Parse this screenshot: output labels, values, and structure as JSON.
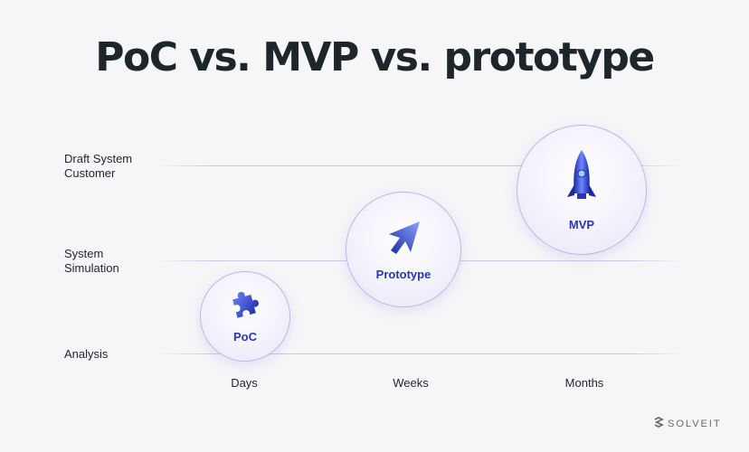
{
  "title": "PoC vs. MVP vs. prototype",
  "y_axis": {
    "levels": [
      {
        "label_line1": "Draft System",
        "label_line2": "Customer"
      },
      {
        "label_line1": "System",
        "label_line2": "Simulation"
      },
      {
        "label_line1": "Analysis",
        "label_line2": ""
      }
    ]
  },
  "x_axis": {
    "labels": [
      "Days",
      "Weeks",
      "Months"
    ]
  },
  "stages": [
    {
      "label": "PoC",
      "icon": "puzzle-piece-icon"
    },
    {
      "label": "Prototype",
      "icon": "cursor-arrow-icon"
    },
    {
      "label": "MVP",
      "icon": "rocket-icon"
    }
  ],
  "brand": {
    "name": "SOLVEIT",
    "icon": "solveit-logo-icon"
  },
  "colors": {
    "title": "#1d262b",
    "accent": "#2a35b8",
    "gridline": "#c8c8ef",
    "background": "#f6f6f8"
  }
}
